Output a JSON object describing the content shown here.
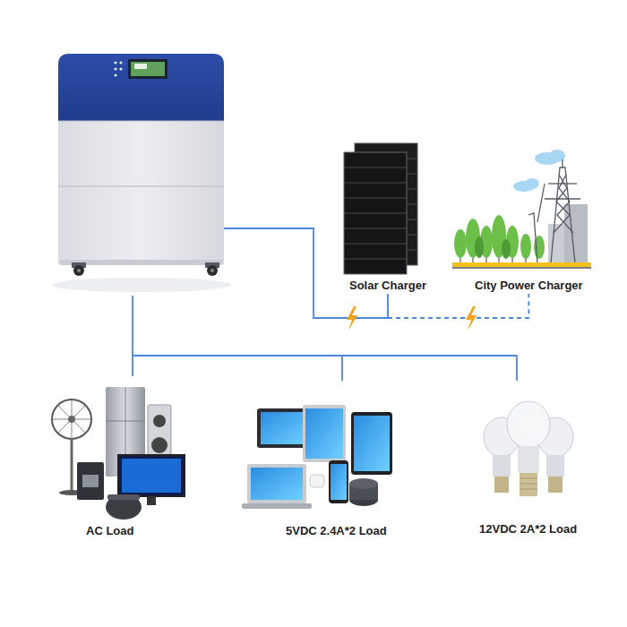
{
  "diagram": {
    "nodes": [
      {
        "text": [
          "Solar Charger"
        ]
      },
      {
        "text": [
          "City Power Charger"
        ]
      },
      {
        "text": [
          "AC Load"
        ]
      },
      {
        "text": [
          "5VDC 2.4A*2 Load"
        ]
      },
      {
        "text": [
          "12VDC 2A*2 Load"
        ]
      }
    ],
    "edges": [
      {
        "from": 0,
        "to": 1,
        "arrow": "none"
      }
    ]
  }
}
